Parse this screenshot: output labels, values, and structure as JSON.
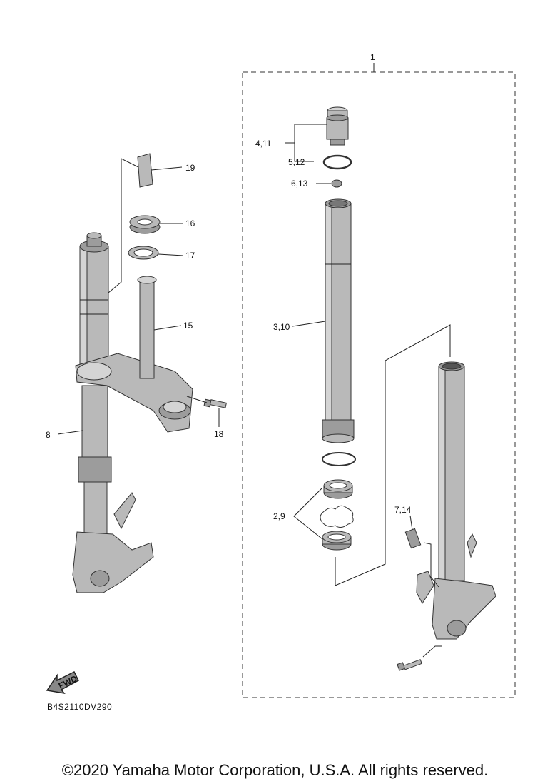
{
  "diagram_code": "B4S2110DV290",
  "copyright": "©2020 Yamaha Motor Corporation, U.S.A. All rights reserved.",
  "fwd_label": "FWD",
  "callouts": {
    "c1": "1",
    "c4_11": "4,11",
    "c5_12": "5,12",
    "c6_13": "6,13",
    "c3_10": "3,10",
    "c2_9": "2,9",
    "c7_14": "7,14",
    "c19": "19",
    "c16": "16",
    "c17": "17",
    "c15": "15",
    "c8": "8",
    "c18": "18"
  }
}
